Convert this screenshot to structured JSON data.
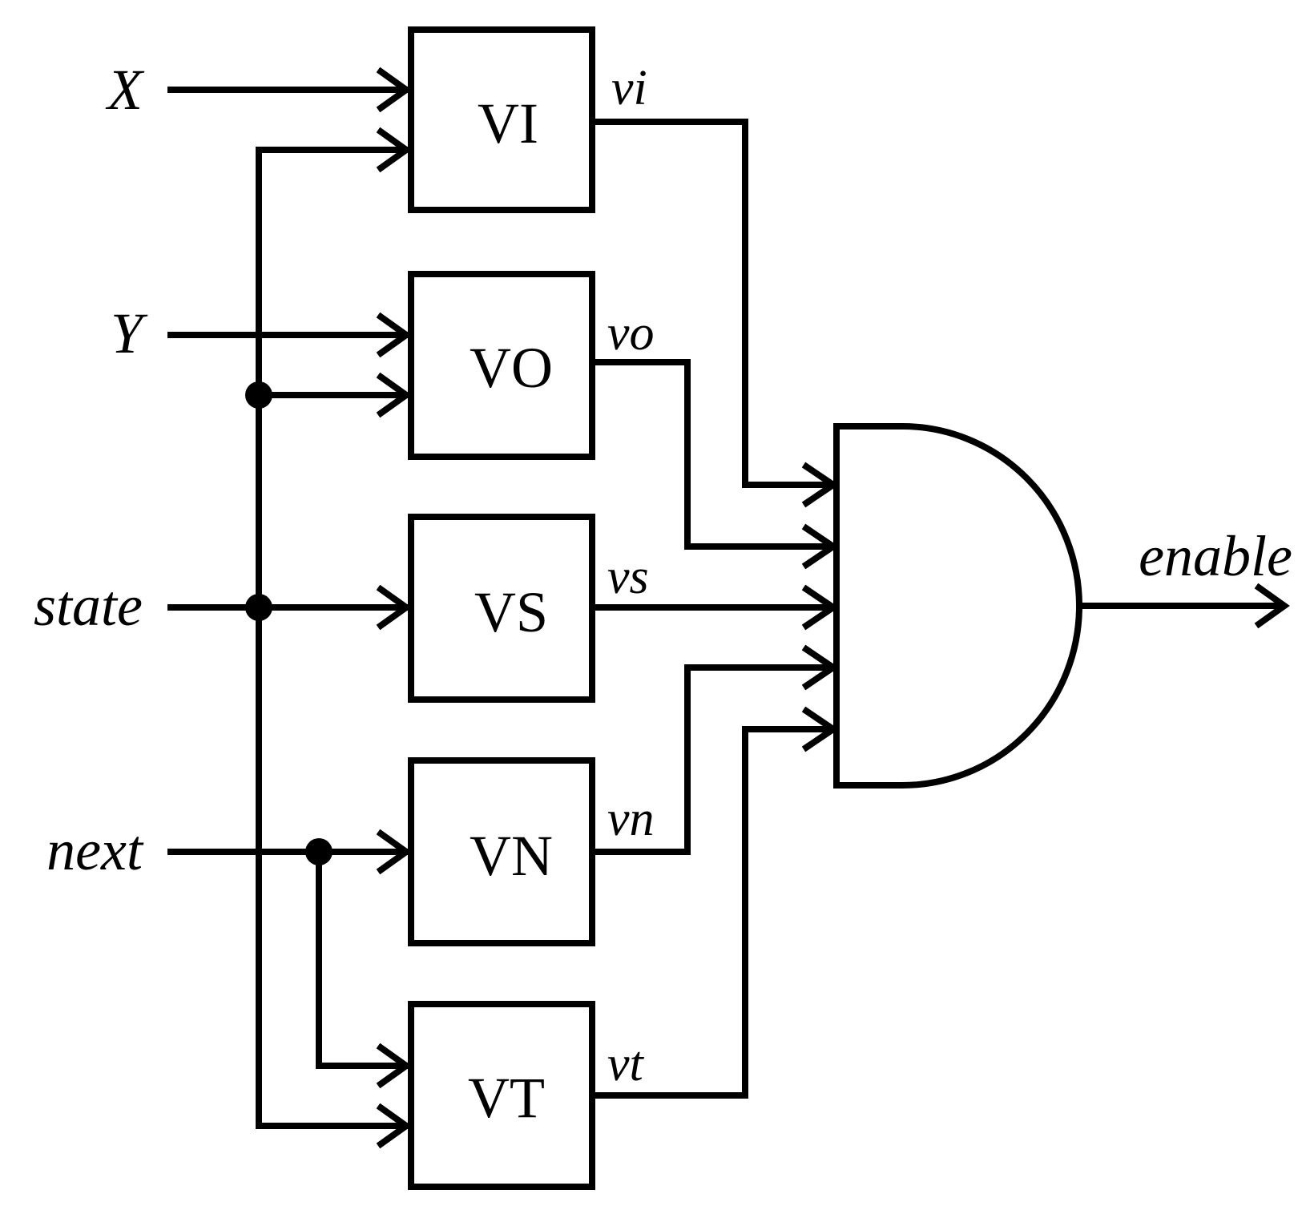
{
  "inputs": {
    "x": "X",
    "y": "Y",
    "state": "state",
    "next": "next"
  },
  "blocks": {
    "vi": "VI",
    "vo": "VO",
    "vs": "VS",
    "vn": "VN",
    "vt": "VT"
  },
  "signals": {
    "vi": "vi",
    "vo": "vo",
    "vs": "vs",
    "vn": "vn",
    "vt": "vt"
  },
  "output": {
    "enable": "enable"
  },
  "colors": {
    "stroke": "#000000",
    "background": "#ffffff"
  }
}
